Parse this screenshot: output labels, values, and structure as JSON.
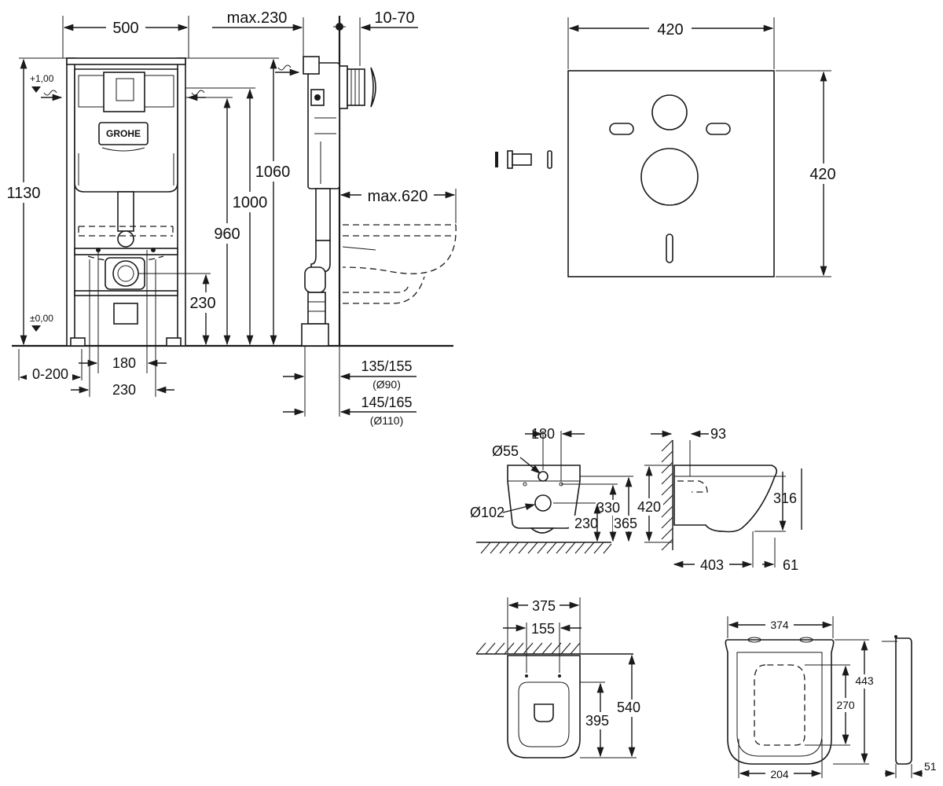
{
  "frame_dims": {
    "width": "500",
    "max_depth": "max.230",
    "wall_range": "10-70",
    "level_top": "+1,00",
    "level_zero": "±0,00",
    "brand": "GROHE",
    "h1130": "1130",
    "h1060": "1060",
    "h1000": "1000",
    "h960": "960",
    "h230": "230",
    "max620": "max.620",
    "r0_200": "0-200",
    "w180": "180",
    "w230": "230",
    "d135_155": "135/155",
    "d_o90": "(Ø90)",
    "d145_165": "145/165",
    "d_o110": "(Ø110)"
  },
  "plate_dims": {
    "width": "420",
    "height": "420"
  },
  "bowl_side": {
    "d55": "Ø55",
    "d180": "180",
    "d102": "Ø102",
    "d330": "330",
    "d230": "230",
    "d365": "365"
  },
  "bowl_profile": {
    "d93": "93",
    "d420": "420",
    "d316": "316",
    "d403": "403",
    "d61": "61"
  },
  "bowl_top": {
    "d375": "375",
    "d155": "155",
    "d395": "395",
    "d540": "540"
  },
  "seat_top": {
    "d374": "374",
    "d443": "443",
    "d270": "270",
    "d204": "204",
    "d51": "51"
  }
}
